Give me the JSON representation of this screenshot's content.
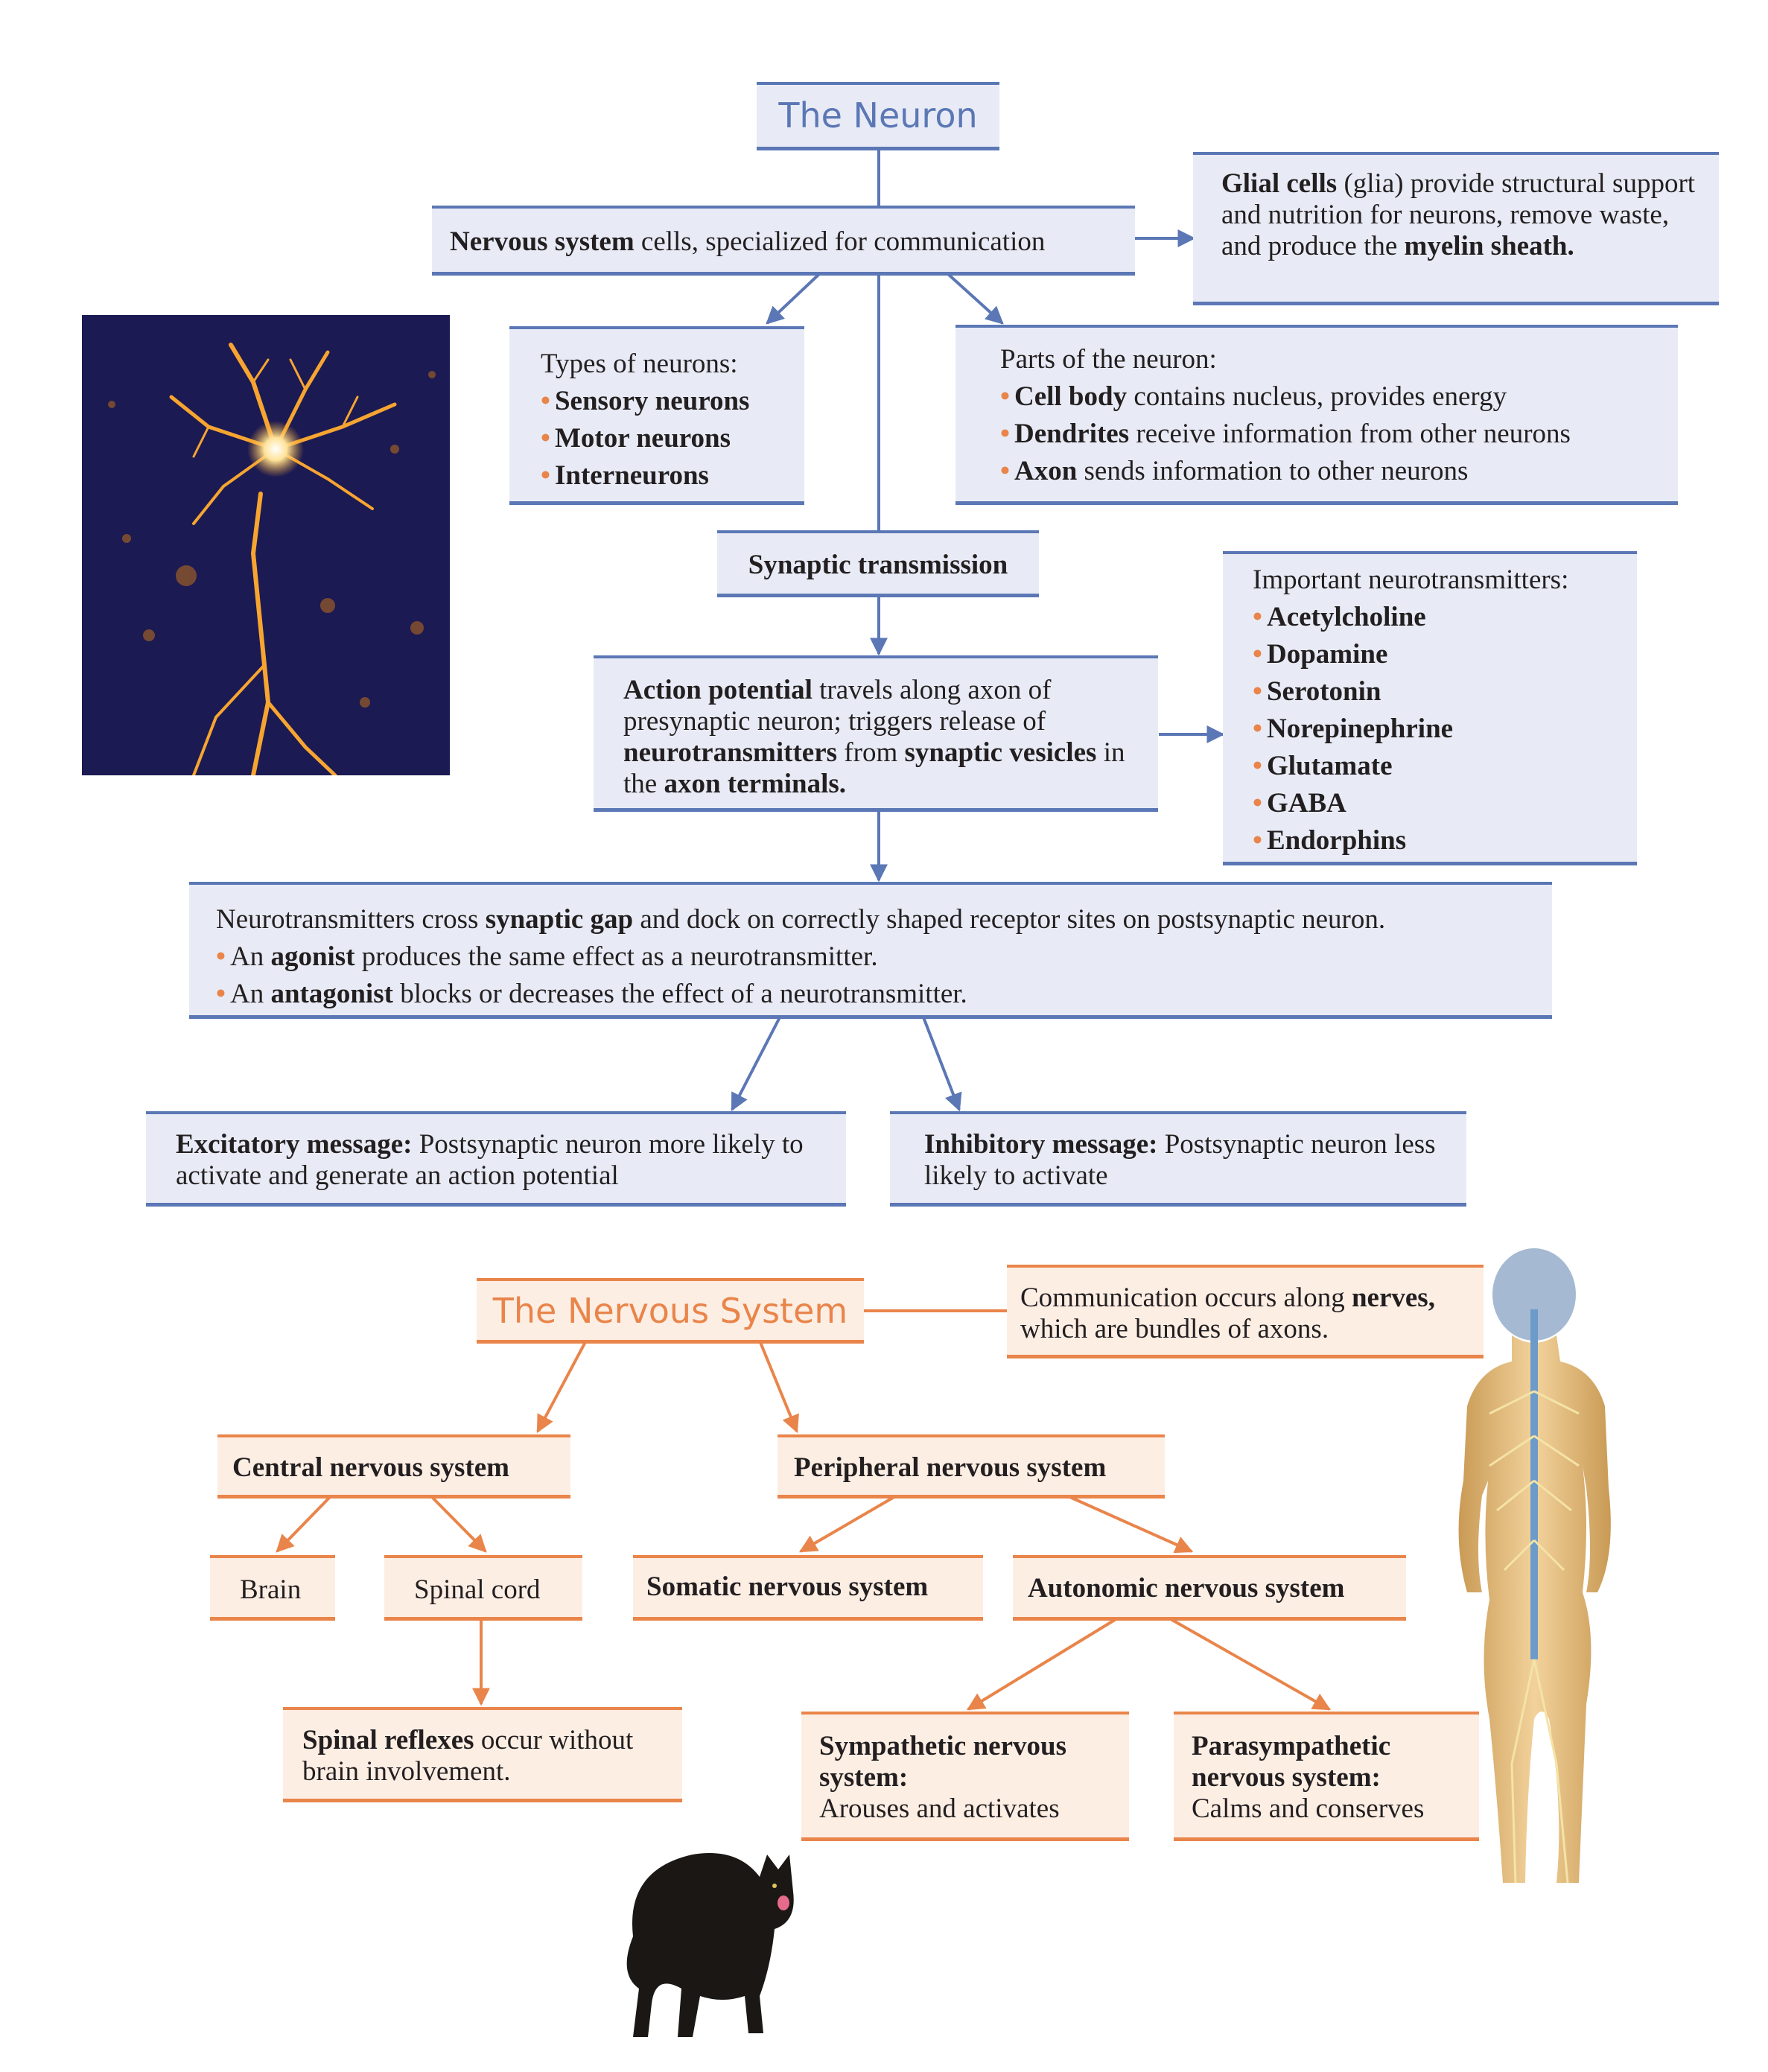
{
  "colors": {
    "blue": "#5b77b5",
    "blue_fill": "#e8ebf5",
    "orange": "#e9854a",
    "orange_fill": "#fdeee4"
  },
  "neuron": {
    "title": "The Neuron",
    "nervous_cells": {
      "b": "Nervous system",
      "rest": " cells, specialized for communication"
    },
    "glial": {
      "b1": "Glial cells",
      "t1": " (glia) provide structural support and nutrition for neurons, remove waste, and produce the ",
      "b2": "myelin sheath."
    },
    "types": {
      "heading": "Types of neurons:",
      "items": [
        "Sensory neurons",
        "Motor neurons",
        "Interneurons"
      ]
    },
    "parts": {
      "heading": "Parts of the neuron:",
      "items": [
        {
          "b": "Cell body",
          "t": " contains nucleus, provides energy"
        },
        {
          "b": "Dendrites",
          "t": " receive information from other neurons"
        },
        {
          "b": "Axon",
          "t": " sends information to other neurons"
        }
      ]
    },
    "synaptic": "Synaptic transmission",
    "action": {
      "b1": "Action potential",
      "t1": " travels along axon of presynaptic neuron; triggers release of ",
      "b2": "neurotransmitters",
      "t2": " from ",
      "b3": "synaptic vesicles",
      "t3": " in the ",
      "b4": "axon terminals."
    },
    "nts": {
      "heading": "Important neurotransmitters:",
      "items": [
        "Acetylcholine",
        "Dopamine",
        "Serotonin",
        "Norepinephrine",
        "Glutamate",
        "GABA",
        "Endorphins"
      ]
    },
    "cross": {
      "t1": "Neurotransmitters cross ",
      "b1": "synaptic gap",
      "t2": " and dock on correctly shaped receptor sites on postsynaptic neuron.",
      "ag_t1": "An ",
      "ag_b": "agonist",
      "ag_t2": " produces the same effect as a neurotransmitter.",
      "an_t1": "An ",
      "an_b": "antagonist",
      "an_t2": " blocks or decreases the effect of a neurotransmitter."
    },
    "excitatory": {
      "b": "Excitatory message:",
      "t": " Postsynaptic neuron more likely to activate and generate an action potential"
    },
    "inhibitory": {
      "b": "Inhibitory message:",
      "t": " Postsynaptic neuron less likely to activate"
    }
  },
  "nervous": {
    "title": "The Nervous System",
    "nerves": {
      "t": "Communication occurs along ",
      "b": "nerves,",
      "t2": " which are bundles of axons."
    },
    "cns": "Central nervous system",
    "pns": "Peripheral nervous system",
    "brain": "Brain",
    "spinal": "Spinal cord",
    "somatic": "Somatic nervous system",
    "autonomic": "Autonomic nervous system",
    "reflex": {
      "b": "Spinal reflexes",
      "t": " occur without brain involvement."
    },
    "sympathetic": {
      "b": "Sympathetic nervous system:",
      "t": "Arouses and activates"
    },
    "parasympathetic": {
      "b": "Parasympathetic nervous system:",
      "t": "Calms and conserves"
    }
  }
}
